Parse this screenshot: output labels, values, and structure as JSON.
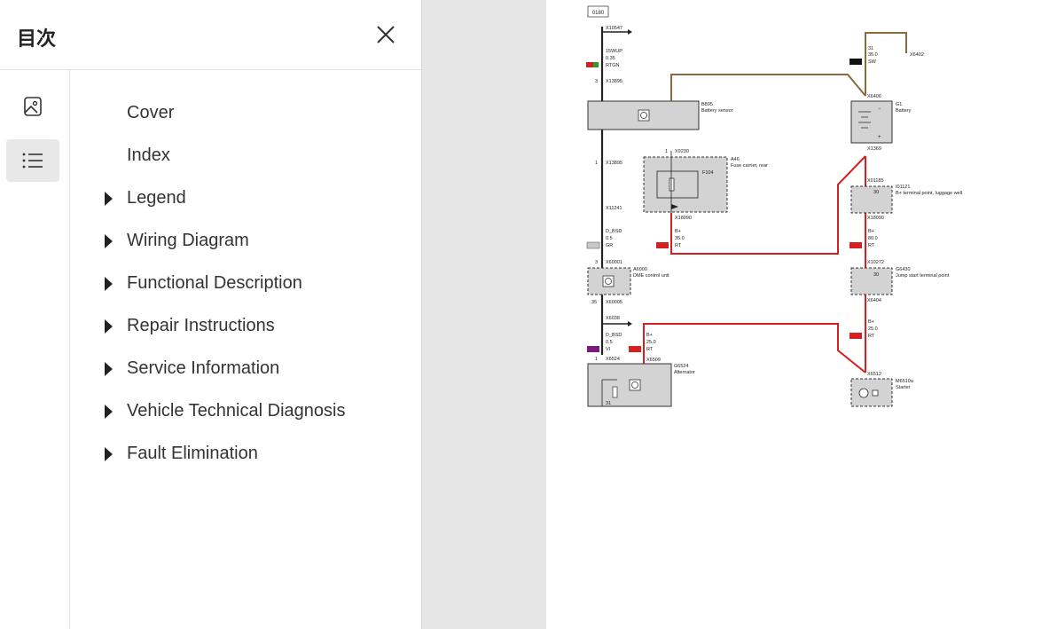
{
  "panel": {
    "title": "目次"
  },
  "toc": {
    "items": [
      {
        "label": "Cover",
        "expandable": false
      },
      {
        "label": "Index",
        "expandable": false
      },
      {
        "label": "Legend",
        "expandable": true
      },
      {
        "label": "Wiring Diagram",
        "expandable": true
      },
      {
        "label": "Functional Description",
        "expandable": true
      },
      {
        "label": "Repair Instructions",
        "expandable": true
      },
      {
        "label": "Service Information",
        "expandable": true
      },
      {
        "label": "Vehicle Technical Diagnosis",
        "expandable": true
      },
      {
        "label": "Fault Elimination",
        "expandable": true
      }
    ]
  },
  "icons": {
    "close": "close-icon",
    "image": "image-icon",
    "list": "list-icon",
    "expand": "caret-right-icon"
  },
  "colors": {
    "wire_brown": "#8b6b3d",
    "wire_red": "#d42020",
    "wire_black": "#222222",
    "component_fill": "#d3d3d3",
    "active_rail": "#e8e8e8",
    "gutter": "#e6e6e6"
  },
  "diagram": {
    "page_tag": "0180",
    "top_connector": "X10547",
    "wire_1": {
      "name": "15WUP",
      "size": "0.35",
      "color": "RTGN"
    },
    "pin_3": "3",
    "conn_13895": "X13895",
    "b895": {
      "id": "B895",
      "name": "Battery sensor"
    },
    "pin_1": "1",
    "x9230": "X9230",
    "a46": {
      "id": "A46",
      "name": "Fuse carrier, rear"
    },
    "f104": "F104",
    "x18090": "X18090",
    "x11241": "X11241",
    "wire_bsd_gr": {
      "name": "D_BSD",
      "size": "0.5",
      "color": "GR"
    },
    "wire_bplus_35": {
      "name": "B+",
      "size": "35.0",
      "color": "RT"
    },
    "x60001": "X60001",
    "a6000": {
      "id": "A6000",
      "name": "DME control unit"
    },
    "pin_35": "35",
    "x60005": "X60005",
    "x6038": "X6038",
    "wire_bsd_vi": {
      "name": "D_BSD",
      "size": "0.5",
      "color": "VI"
    },
    "wire_bplus_25a": {
      "name": "B+",
      "size": "25.0",
      "color": "RT"
    },
    "x6524": "X6524",
    "x6509": "X6509",
    "g6524": {
      "id": "G6524",
      "name": "Alternator"
    },
    "alt_pin": "31",
    "wire_31": {
      "name": "31",
      "size": "35.0",
      "color": "SW"
    },
    "x6402": "X6402",
    "x6406": "X6406",
    "g1": {
      "id": "G1",
      "name": "Battery"
    },
    "minus": "−",
    "plus": "+",
    "x1369": "X1369",
    "x01185": "X01185",
    "i01121": {
      "id": "I01121",
      "name": "B+ terminal point, luggage well",
      "pin": "30"
    },
    "wire_bplus_80": {
      "name": "B+",
      "size": "80.0",
      "color": "RT"
    },
    "x10272": "X10272",
    "g6430": {
      "id": "G6430",
      "name": "Jump start terminal point",
      "pin": "30"
    },
    "x6404": "X6404",
    "wire_bplus_25b": {
      "name": "B+",
      "size": "25.0",
      "color": "RT"
    },
    "x6512": "X6512",
    "m6510a": {
      "id": "M6510a",
      "name": "Starter"
    }
  }
}
